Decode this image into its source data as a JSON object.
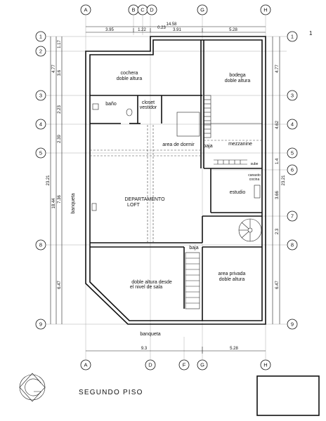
{
  "title": "SEGUNDO PISO",
  "sheet_number": "1",
  "column_axes": [
    "A",
    "B",
    "C",
    "D",
    "G",
    "H"
  ],
  "column_axes_bottom": [
    "A",
    "D",
    "F",
    "G",
    "H"
  ],
  "row_axes": [
    "1",
    "2",
    "3",
    "4",
    "5",
    "6",
    "7",
    "8",
    "9"
  ],
  "rooms": {
    "cochera": [
      "cochera",
      "doble altura"
    ],
    "bodega": [
      "bodega",
      "doble altura"
    ],
    "bano": "baño",
    "closet": [
      "closet",
      "vestidor"
    ],
    "area_dormir": "area de dormir",
    "baja_top": "baja",
    "mezzanine": "mezzanine",
    "sube": "sube",
    "canasto": [
      "canasto",
      "cocina"
    ],
    "estudio": "estudio",
    "loft": [
      "DEPARTAMENTO",
      "LOFT"
    ],
    "baja_bottom": "baja",
    "doble_altura": [
      "doble altura desde",
      "el nivel de sala"
    ],
    "area_privada": [
      "area privada",
      "doble altura"
    ],
    "banqueta_side": "banqueta",
    "banqueta_bottom": "banqueta"
  },
  "dimensions": {
    "top_total": "14.58",
    "top_small": "0.23",
    "top_segments": [
      "3.95",
      "1.22",
      "3.91",
      "5.28"
    ],
    "bottom_segments": [
      "9.3",
      "5.28"
    ],
    "left_outer": "23.21",
    "left_mid": "18.44",
    "left_parts": [
      "1.17",
      "4.77",
      "3.6",
      "2.23",
      "2.39",
      "7.36",
      "6.47"
    ],
    "right_outer": "23.21",
    "right_parts": [
      "4.77",
      "4.62",
      "1.4",
      "3.66",
      "2.3",
      "6.47"
    ]
  }
}
